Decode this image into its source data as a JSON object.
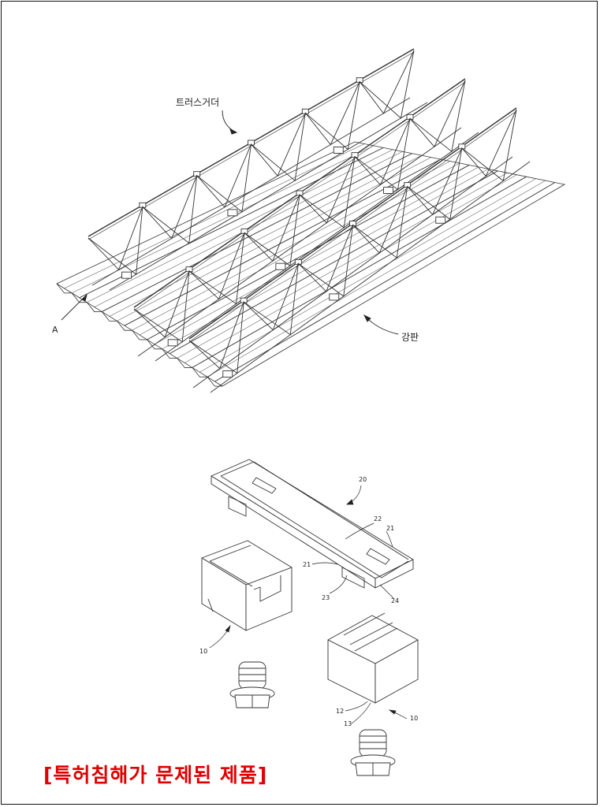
{
  "top_figure": {
    "truss_label": "트러스거더",
    "steel_plate_label": "강판",
    "detail_marker": "A"
  },
  "bottom_figure": {
    "part_numbers": [
      "20",
      "22",
      "21",
      "21",
      "23",
      "24",
      "10",
      "12",
      "13",
      "10"
    ]
  },
  "caption": "[특허침해가 문제된 제품]"
}
